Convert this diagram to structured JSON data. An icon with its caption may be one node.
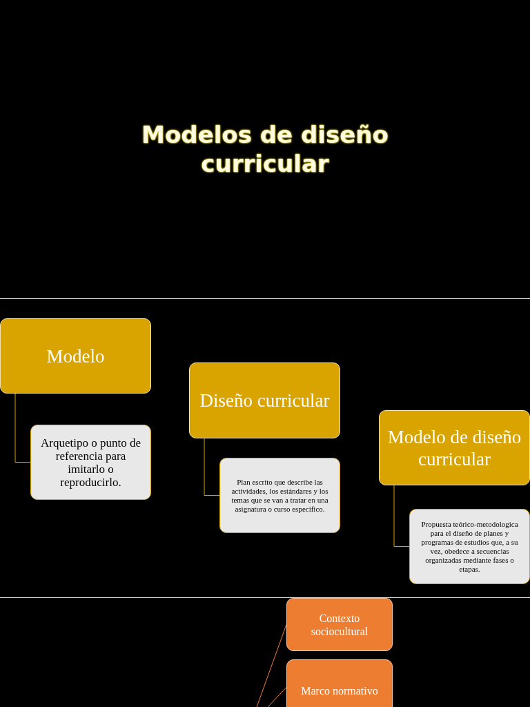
{
  "diagram": {
    "title": "Modelos de diseño curricular",
    "nodes": [
      {
        "text": [
          "Modelo"
        ]
      },
      {
        "text": [
          "Arquetipo o punto de referencia para imitarlo o reproducirlo."
        ]
      },
      {
        "text": [
          "Diseño curricular"
        ]
      },
      {
        "text": [
          "Plan escrito que describe las actividades, los estándares y los temas que se van a tratar en una asignatura o curso específico."
        ]
      },
      {
        "text": [
          "Modelo de diseño curricular"
        ]
      },
      {
        "text": [
          "Propuesta teórico-metodologica para el diseño de planes y programas de estudios que, a su vez, obedece a secuencias organizadas mediante fases o etapas."
        ]
      },
      {
        "text": [
          "Contexto sociocultural"
        ]
      },
      {
        "text": [
          "Marco normativo"
        ]
      }
    ],
    "edges": [
      {
        "from": 0,
        "to": 1,
        "arrow": "none"
      },
      {
        "from": 2,
        "to": 3,
        "arrow": "none"
      },
      {
        "from": 4,
        "to": 5,
        "arrow": "none"
      },
      {
        "from": null,
        "to": 6,
        "arrow": "none",
        "color": "#ed7d31"
      },
      {
        "from": null,
        "to": 7,
        "arrow": "none",
        "color": "#ed7d31"
      }
    ]
  }
}
